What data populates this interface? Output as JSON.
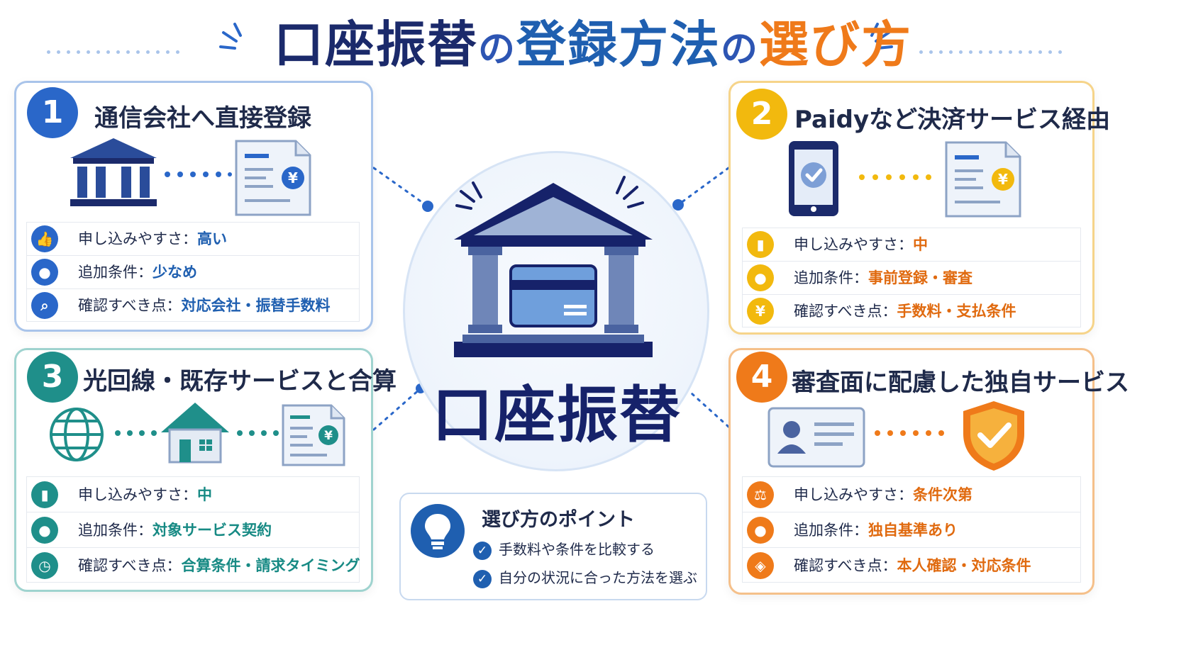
{
  "title": {
    "part1": "口座振替",
    "part2": "の",
    "part3": "登録方法",
    "part4": "の",
    "part5": "選び方"
  },
  "center": {
    "label": "口座振替"
  },
  "cards": [
    {
      "number": "1",
      "title": "通信会社へ直接登録",
      "color": "#2a67c9",
      "rows": [
        {
          "icon": "thumbs-up-icon",
          "label": "申し込みやすさ：",
          "value": "高い"
        },
        {
          "icon": "person-icon",
          "label": "追加条件：",
          "value": "少なめ"
        },
        {
          "icon": "search-icon",
          "label": "確認すべき点：",
          "value": "対応会社・振替手数料"
        }
      ]
    },
    {
      "number": "2",
      "title": "Paidyなど決済サービス経由",
      "color": "#f2b90e",
      "rows": [
        {
          "icon": "bar-chart-icon",
          "label": "申し込みやすさ：",
          "value": "中"
        },
        {
          "icon": "person-icon",
          "label": "追加条件：",
          "value": "事前登録・審査"
        },
        {
          "icon": "yen-icon",
          "label": "確認すべき点：",
          "value": "手数料・支払条件"
        }
      ]
    },
    {
      "number": "3",
      "title": "光回線・既存サービスと合算",
      "color": "#1f8f8a",
      "rows": [
        {
          "icon": "bar-chart-icon",
          "label": "申し込みやすさ：",
          "value": "中"
        },
        {
          "icon": "person-icon",
          "label": "追加条件：",
          "value": "対象サービス契約"
        },
        {
          "icon": "clock-icon",
          "label": "確認すべき点：",
          "value": "合算条件・請求タイミング"
        }
      ]
    },
    {
      "number": "4",
      "title": "審査面に配慮した独自サービス",
      "color": "#ef7a1a",
      "rows": [
        {
          "icon": "scale-icon",
          "label": "申し込みやすさ：",
          "value": "条件次第"
        },
        {
          "icon": "person-icon",
          "label": "追加条件：",
          "value": "独自基準あり"
        },
        {
          "icon": "shield-icon",
          "label": "確認すべき点：",
          "value": "本人確認・対応条件"
        }
      ]
    }
  ],
  "points": {
    "title": "選び方のポイント",
    "items": [
      "手数料や条件を比較する",
      "自分の状況に合った方法を選ぶ"
    ]
  },
  "colors": {
    "navy": "#1b2a6b",
    "blue": "#2a67c9",
    "yellow": "#f2b90e",
    "teal": "#1f8f8a",
    "orange": "#ef7a1a"
  }
}
